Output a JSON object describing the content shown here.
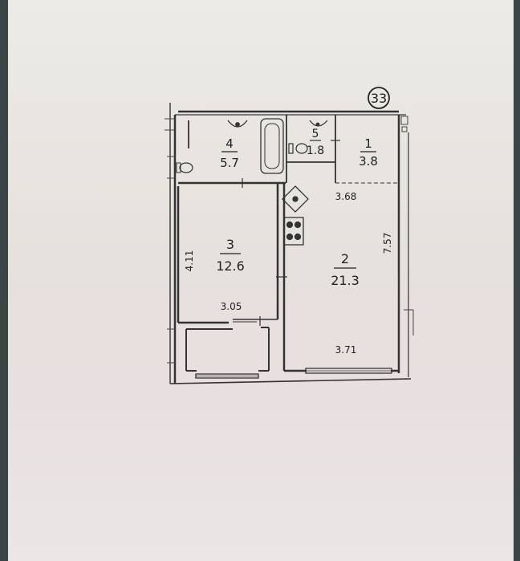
{
  "plan": {
    "apartment_number": "33",
    "rooms": [
      {
        "id": "room-1",
        "number": "1",
        "area": "3.8"
      },
      {
        "id": "room-2",
        "number": "2",
        "area": "21.3"
      },
      {
        "id": "room-3",
        "number": "3",
        "area": "12.6"
      },
      {
        "id": "room-4",
        "number": "4",
        "area": "5.7"
      },
      {
        "id": "room-5",
        "number": "5",
        "area": "1.8"
      }
    ],
    "dimensions": {
      "room2_top_width": "3.68",
      "room2_height": "7.57",
      "room2_bottom_width": "3.71",
      "room3_height": "4.11",
      "room3_width": "3.05"
    }
  }
}
